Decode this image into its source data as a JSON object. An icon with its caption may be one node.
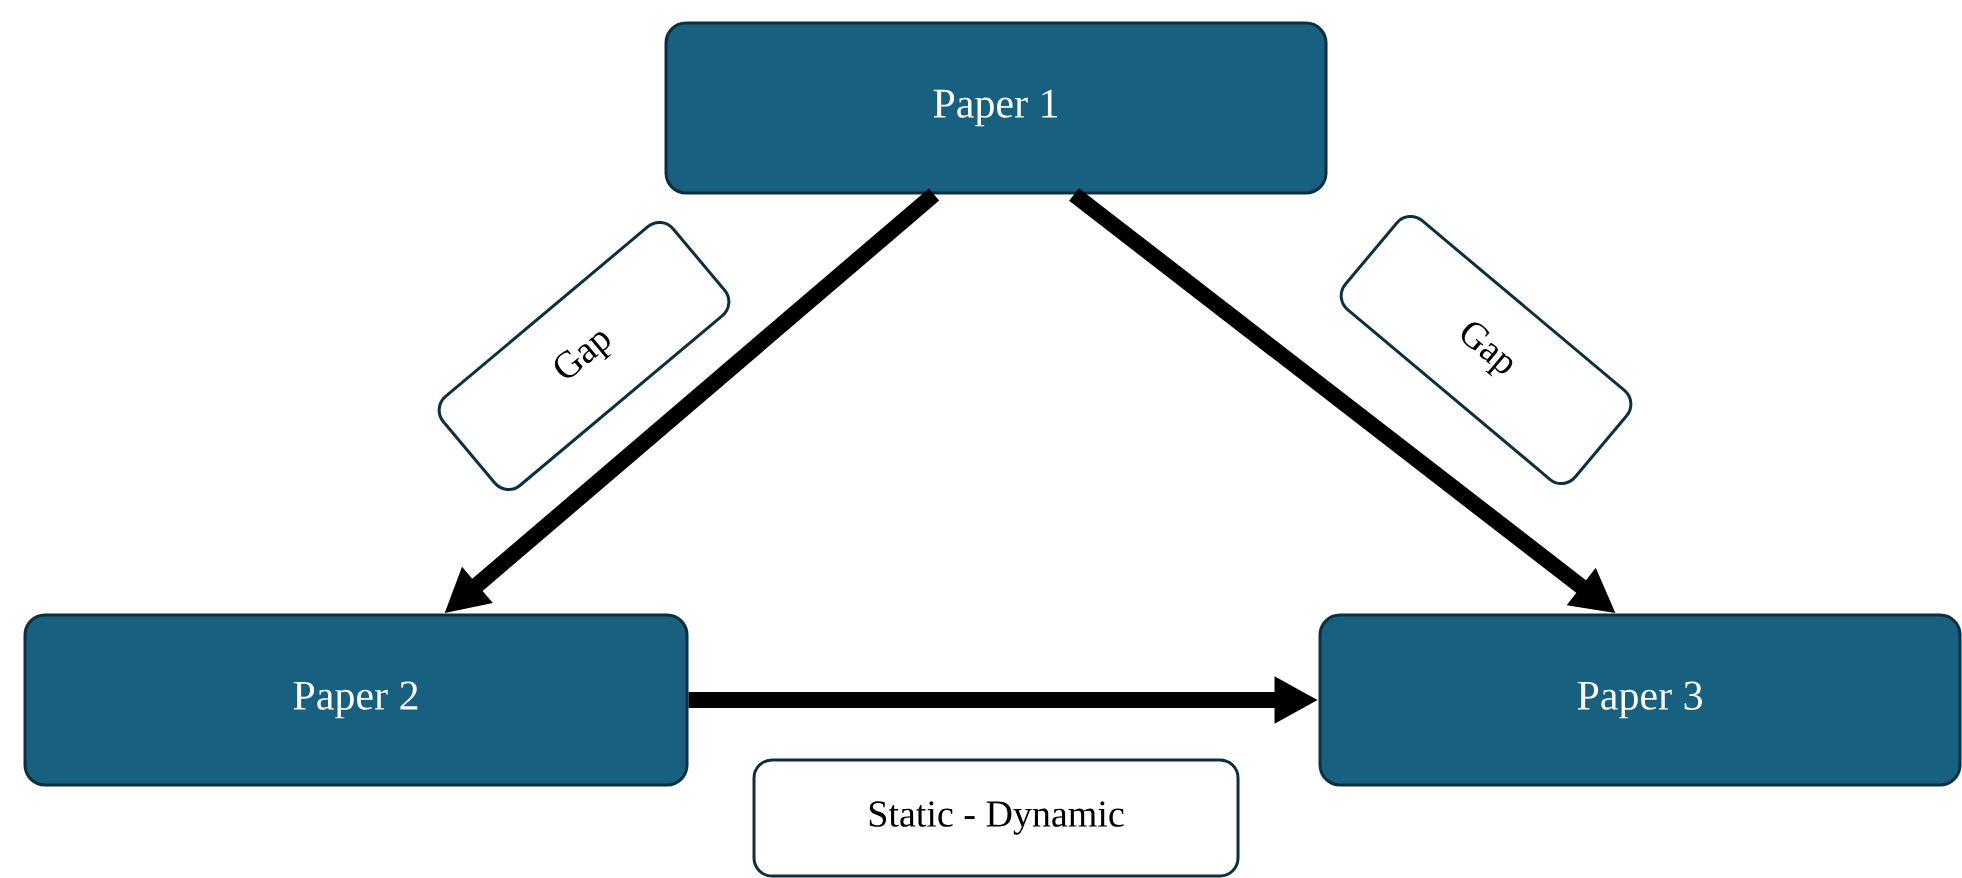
{
  "diagram": {
    "nodes": [
      {
        "text": [
          "Paper 1"
        ]
      },
      {
        "text": [
          "Paper 2"
        ]
      },
      {
        "text": [
          "Paper 3"
        ]
      }
    ],
    "edges": [
      {
        "from": 0,
        "to": 1,
        "arrow": "to",
        "label": "Gap"
      },
      {
        "from": 0,
        "to": 2,
        "arrow": "to",
        "label": "Gap"
      },
      {
        "from": 1,
        "to": 2,
        "arrow": "to",
        "label": "Static - Dynamic"
      }
    ]
  }
}
